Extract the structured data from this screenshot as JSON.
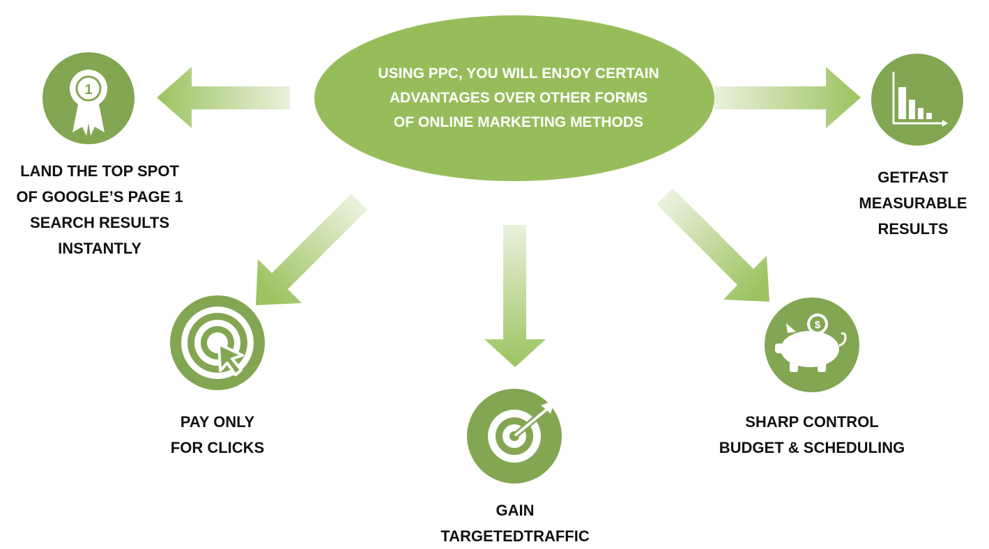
{
  "colors": {
    "green": "#83a652",
    "ellipse": "#97bd5b",
    "arrow": "#9cc35f",
    "arrow_fade": "#e9f1dc",
    "text": "#111111",
    "white": "#ffffff"
  },
  "center": {
    "lines": [
      "USING PPC, YOU WILL ENJOY CERTAIN",
      "ADVANTAGES OVER OTHER FORMS",
      "OF ONLINE MARKETING METHODS"
    ]
  },
  "benefits": {
    "top_spot": {
      "icon": "award-ribbon-icon",
      "badge": "1",
      "lines": [
        "LAND THE TOP SPOT",
        "OF GOOGLE’S PAGE 1",
        "SEARCH RESULTS",
        "INSTANTLY"
      ]
    },
    "measurable": {
      "icon": "bar-chart-icon",
      "lines": [
        "GETFAST",
        "MEASURABLE",
        "RESULTS"
      ]
    },
    "clicks": {
      "icon": "target-cursor-icon",
      "lines": [
        "PAY ONLY",
        "FOR CLICKS"
      ]
    },
    "traffic": {
      "icon": "target-arrow-icon",
      "lines": [
        "GAIN",
        "TARGETEDTRAFFIC"
      ]
    },
    "budget": {
      "icon": "piggy-bank-icon",
      "coin_symbol": "$",
      "lines": [
        "SHARP CONTROL",
        "BUDGET & SCHEDULING"
      ]
    }
  }
}
